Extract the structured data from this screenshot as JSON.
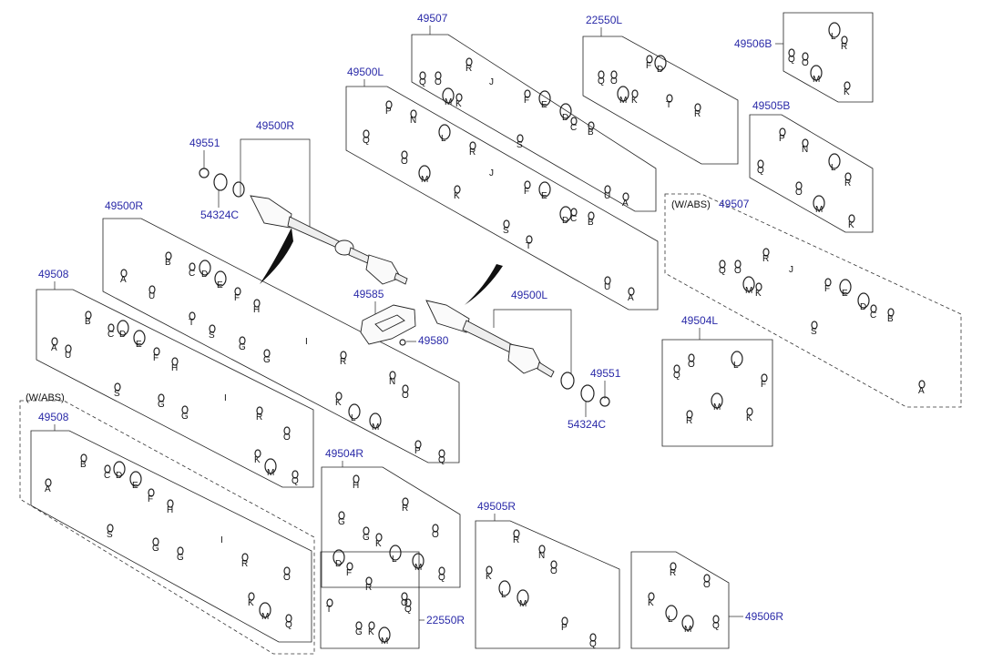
{
  "diagram": {
    "callouts": {
      "c49507": "49507",
      "c22550L": "22550L",
      "c49506B": "49506B",
      "c49500L_top": "49500L",
      "c49505B": "49505B",
      "c49500R_top": "49500R",
      "c49551_top": "49551",
      "c54324C_top": "54324C",
      "c49500R_mid": "49500R",
      "c49507_abs": "49507",
      "c49508_top": "49508",
      "c49585": "49585",
      "c49580": "49580",
      "c49500L_mid": "49500L",
      "c49551_bot": "49551",
      "c54324C_bot": "54324C",
      "c49504L": "49504L",
      "c49508_abs": "49508",
      "c49504R": "49504R",
      "c49505R": "49505R",
      "c22550R": "22550R",
      "c49506R": "49506R"
    },
    "notes": {
      "wabs_right": "(W/ABS)",
      "wabs_left": "(W/ABS)"
    },
    "letters": {
      "A": "A",
      "B": "B",
      "C": "C",
      "D": "D",
      "E": "E",
      "F": "F",
      "G": "G",
      "H": "H",
      "I": "I",
      "J": "J",
      "K": "K",
      "L": "L",
      "M": "M",
      "N": "N",
      "O": "O",
      "P": "P",
      "Q": "Q",
      "R": "R",
      "S": "S",
      "T": "T",
      "U": "U"
    }
  }
}
